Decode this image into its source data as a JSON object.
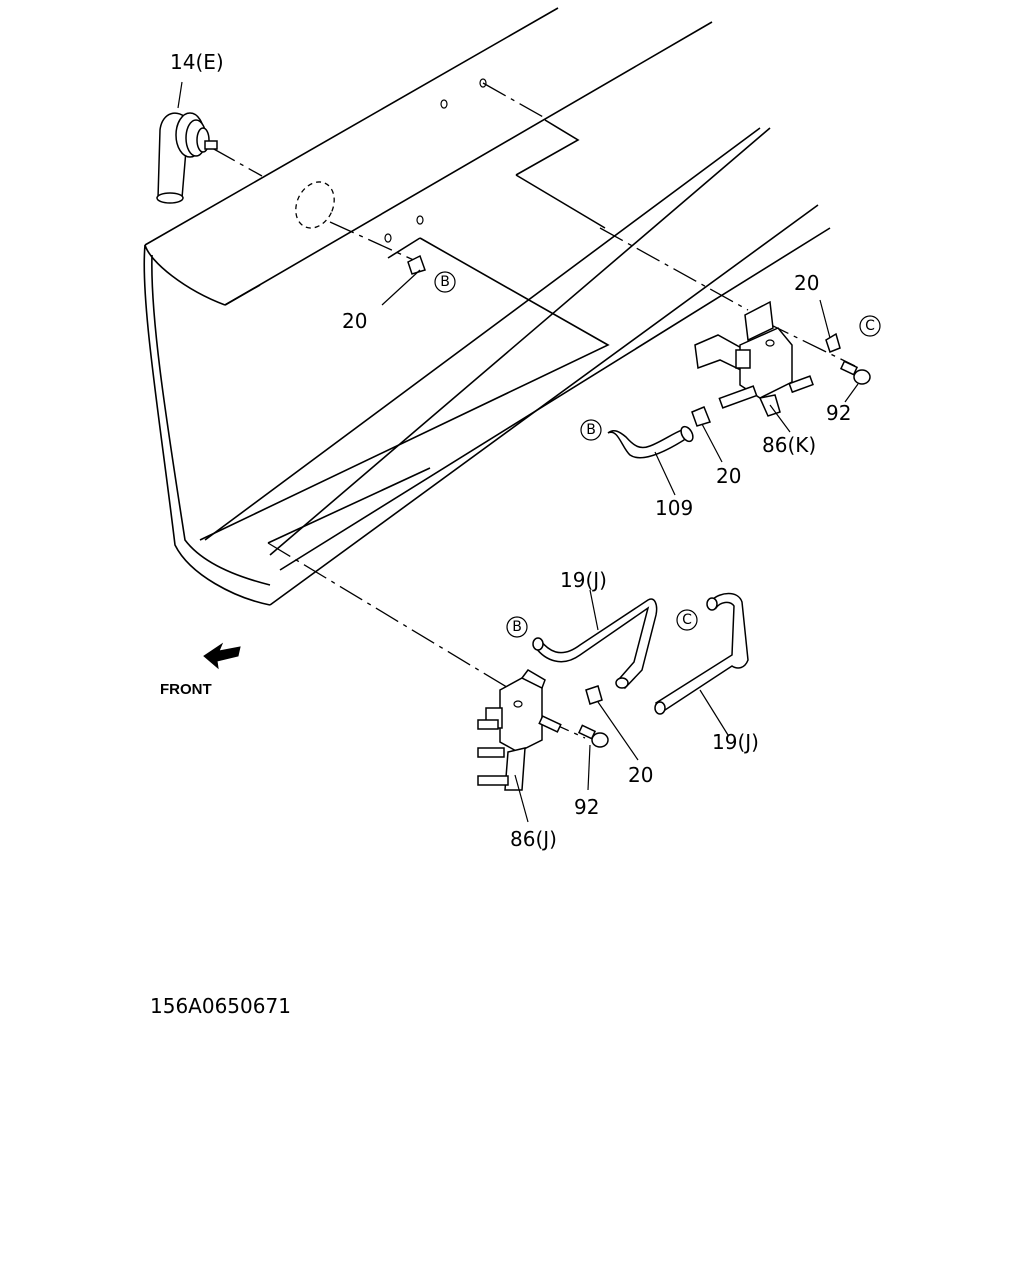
{
  "callouts": {
    "c14e": "14(E)",
    "c20_left": "20",
    "c20_right_top": "20",
    "c92_top": "92",
    "c86k": "86(K)",
    "c20_mid": "20",
    "c109": "109",
    "c19j_left": "19(J)",
    "c19j_right": "19(J)",
    "c20_bottom": "20",
    "c92_bottom": "92",
    "c86j": "86(J)"
  },
  "connectors": {
    "b1": "B",
    "b2": "B",
    "b3": "B",
    "c1": "C",
    "c2": "C"
  },
  "front_label": "FRONT",
  "drawing_code": "156A0650671",
  "icons": {
    "front_arrow": "front-arrow-icon"
  }
}
